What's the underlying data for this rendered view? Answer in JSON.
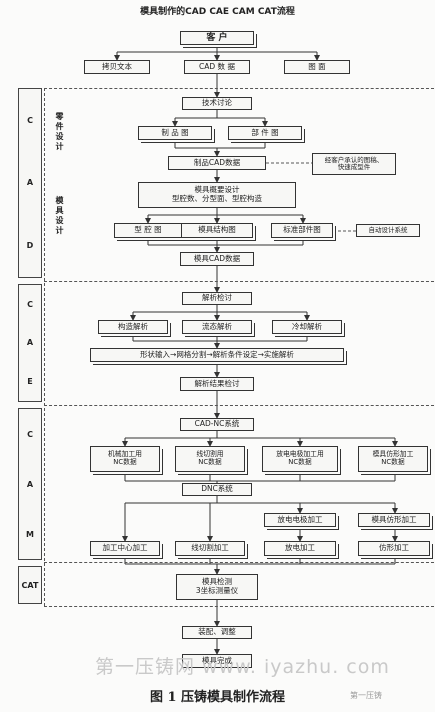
{
  "title": "模具制作的CAD CAE CAM CAT流程",
  "caption": "图 1   压铸模具制作流程",
  "watermark": "第一压铸网   www. iyazhu. com",
  "watermark_small": "第一压铸",
  "phases": {
    "cad": [
      "C",
      "A",
      "D"
    ],
    "cae": [
      "C",
      "A",
      "E"
    ],
    "cam": [
      "C",
      "A",
      "M"
    ],
    "cat": [
      "C",
      "A",
      "T"
    ]
  },
  "sub_labels": {
    "part_design": "零件设计",
    "mold_design": "模具设计"
  },
  "boxes": {
    "customer": "客 户",
    "copy_text": "拷贝文本",
    "cad_data": "CAD 数 据",
    "drawing": "图 面",
    "tech_discussion": "技术讨论",
    "product_drawing": "制 品 图",
    "part_drawing": "部 件 图",
    "product_cad_data": "制品CAD数据",
    "customer_confirm": "经客户承认的图稿、\n快速成型件",
    "mold_design": "模具概要设计\n型腔数、分型面、型腔构造",
    "cavity_drawing": "型 腔 图",
    "mold_structure": "模具结构图",
    "standard_parts": "标准部件图",
    "auto_design": "自动设计系统",
    "mold_cad_data": "模具CAD数据",
    "analysis_review": "解析检讨",
    "structural_analysis": "构造解析",
    "flow_analysis": "流态解析",
    "cooling_analysis": "冷却解析",
    "analysis_chain": "形状输入→网格分割→解析条件设定→实施解析",
    "result_review": "解析结果检讨",
    "cad_nc": "CAD-NC系统",
    "mech_nc": "机械加工用\nNC数据",
    "wire_nc": "线切割用\nNC数据",
    "edm_nc": "放电电极加工用\nNC数据",
    "copy_nc": "模具仿形加工\nNC数据",
    "dnc": "DNC系统",
    "edm_electrode": "放电电极加工",
    "mold_copy": "模具仿形加工",
    "machining_center": "加工中心加工",
    "wire_cut": "线切割加工",
    "edm": "放电加工",
    "copy_machining": "仿形加工",
    "mold_inspection": "模具检测\n3坐标测量仪",
    "assembly": "装配、调整",
    "mold_complete": "模具完成"
  }
}
